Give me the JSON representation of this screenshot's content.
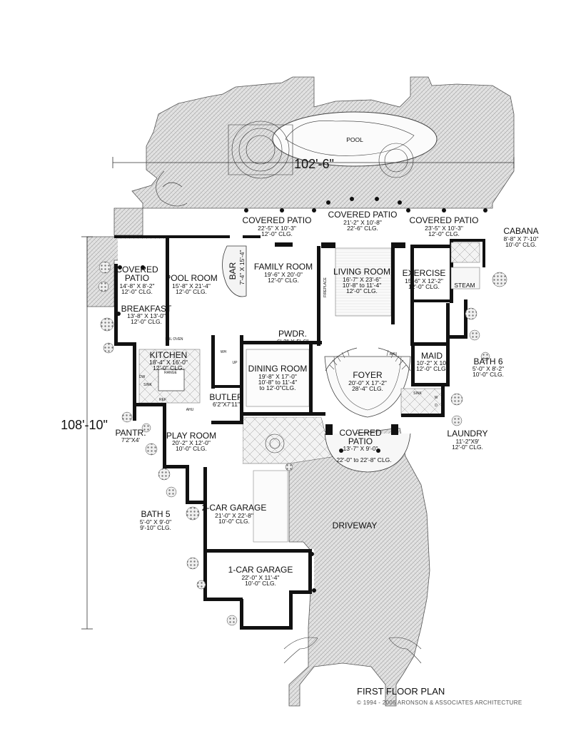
{
  "overall": {
    "width": "102'-6\"",
    "depth": "108'-10\""
  },
  "pool": "POOL",
  "driveway": "DRIVEWAY",
  "rooms": {
    "covered_patio_left": {
      "name": "COVERED PATIO",
      "dims": "22'-5\" X 10'-3\"",
      "clg": "12'-0\" CLG."
    },
    "covered_patio_center": {
      "name": "COVERED PATIO",
      "dims": "21'-2\" X 10'-8\"",
      "clg": "22'-6\" CLG."
    },
    "covered_patio_right": {
      "name": "COVERED PATIO",
      "dims": "23'-5\" X 10'-3\"",
      "clg": "12'-0\" CLG."
    },
    "cabana": {
      "name": "CABANA",
      "dims": "8'-8\" X 7'-10\"",
      "clg": "10'-0\" CLG."
    },
    "covered_patio_bfast_1": "COVERED",
    "covered_patio_bfast_2": "PATIO",
    "covered_patio_bfast_dims": "14'-8\" X 8'-2\"",
    "covered_patio_bfast_clg": "12'-0\" CLG.",
    "pool_room": {
      "name": "POOL ROOM",
      "dims": "15'-8\" X 21'-4\"",
      "clg": "12'-0\" CLG."
    },
    "bar": {
      "name": "BAR",
      "dims": "7'-4\" X 15'-4\""
    },
    "family_room": {
      "name": "FAMILY ROOM",
      "dims": "19'-6\" X 20'-0\"",
      "clg": "12'-0\" CLG."
    },
    "living_room": {
      "name": "LIVING ROOM",
      "dims": "16'-7\" X 23'-6\"",
      "clg1": "10'-8\" to 11'-4\"",
      "clg2": "12'-0\" CLG."
    },
    "exercise": {
      "name": "EXERCISE",
      "dims": "15'-6\" X 12'-2\"",
      "clg": "12'-0\" CLG."
    },
    "steam": {
      "name": "STEAM"
    },
    "breakfast": {
      "name": "BREAKFAST",
      "dims": "13'-8\" X 13'-0\"",
      "clg": "12'-0\" CLG."
    },
    "pwdr": {
      "name": "PWDR.",
      "dims": "6'-3\" X 5'-6\""
    },
    "kitchen": {
      "name": "KITCHEN",
      "dims": "18'-4\" X 16'-0\"",
      "clg": "12'-0\" CLG."
    },
    "dining_room": {
      "name": "DINING ROOM",
      "dims": "19'-8\" X 17'-0\"",
      "clg1": "10'-8\" to 11'-4\"",
      "clg2": "to 12'-0\"CLG."
    },
    "foyer": {
      "name": "FOYER",
      "dims": "20'-0\" X 17'-2\"",
      "clg": "28'-4\" CLG."
    },
    "maid": {
      "name": "MAID",
      "dims": "10'-2\" X 10'",
      "clg": "12'-0\" CLG."
    },
    "bath6": {
      "name": "BATH 6",
      "dims": "5'-0\" X 8'-2\"",
      "clg": "10'-0\" CLG."
    },
    "butler": {
      "name": "BUTLER",
      "dims": "6'2\"X7'11\""
    },
    "pantr": {
      "name": "PANTR.",
      "dims": "7'2\"X4'"
    },
    "play_room": {
      "name": "PLAY ROOM",
      "dims": "20'-2\" X 12'-0\"",
      "clg": "10'-0\" CLG."
    },
    "covered_patio_front": {
      "name": "COVERED",
      "name2": "PATIO",
      "dims": "13'-7\" X 9'-0\"",
      "clg": "22'-0\" to 22'-8\" CLG."
    },
    "laundry": {
      "name": "LAUNDRY",
      "dims": "11'-2\"X9'",
      "clg": "12'-0\" CLG."
    },
    "bath5": {
      "name": "BATH 5",
      "dims": "5'-0\" X 9'-0\"",
      "clg": "9'-10\" CLG."
    },
    "garage2": {
      "name": "2-CAR GARAGE",
      "dims": "21'-0\" X 22'-8\"",
      "clg": "10'-0\" CLG."
    },
    "garage1": {
      "name": "1-CAR GARAGE",
      "dims": "22'-0\" X 11'-4\"",
      "clg": "10'-0\" CLG."
    }
  },
  "fixtures": {
    "dbl_oven": "DBL OVEN",
    "range": "RANGE",
    "sink": "SINK",
    "dw": "DW",
    "ref": "REF",
    "ahu": "AHU",
    "wh": "WH",
    "up": "UP",
    "fireplace": "FIREPLACE",
    "w": "W",
    "d": "D"
  },
  "footer": {
    "title": "FIRST FLOOR PLAN",
    "copyright": "© 1994 - 2006 ARONSON & ASSOCIATES ARCHITECTURE"
  }
}
